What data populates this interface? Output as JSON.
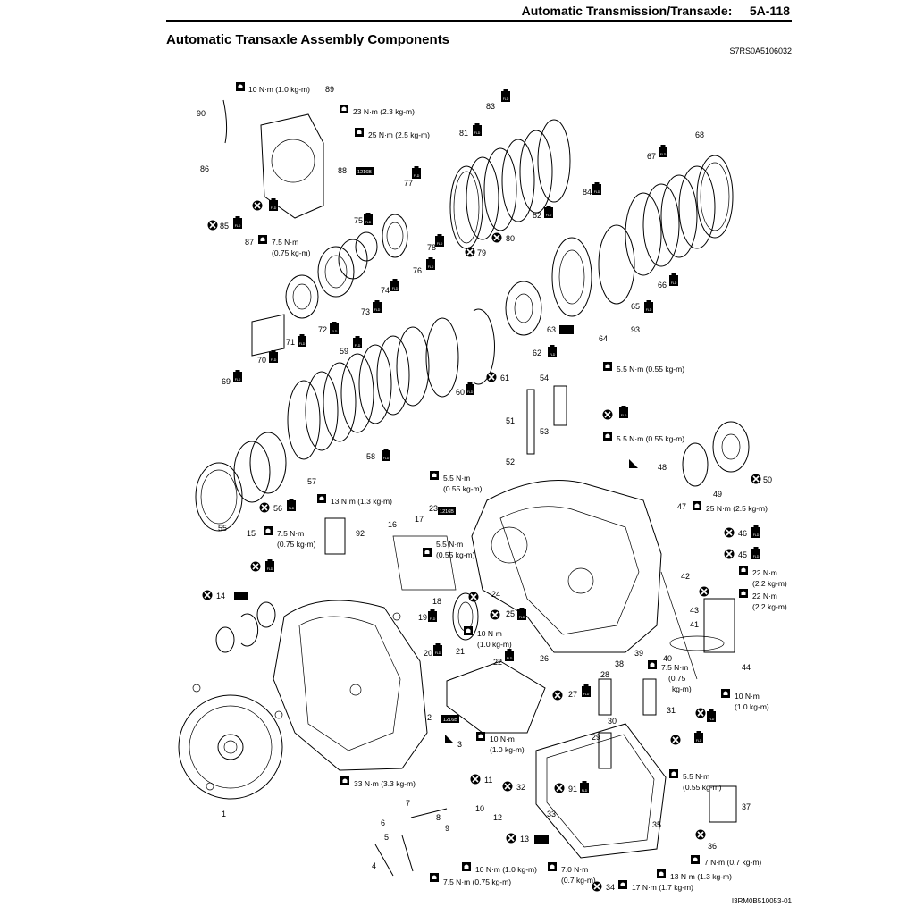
{
  "header": {
    "section": "Automatic Transmission/Transaxle:",
    "page": "5A-118"
  },
  "title": "Automatic Transaxle Assembly Components",
  "ref_id": "S7RS0A5106032",
  "footer_id": "I3RM0B510053-01",
  "part_labels": [
    "1",
    "2",
    "3",
    "4",
    "5",
    "6",
    "7",
    "8",
    "9",
    "10",
    "11",
    "12",
    "13",
    "14",
    "15",
    "16",
    "17",
    "18",
    "19",
    "20",
    "21",
    "22",
    "23",
    "24",
    "25",
    "26",
    "27",
    "28",
    "29",
    "30",
    "31",
    "32",
    "33",
    "34",
    "35",
    "36",
    "37",
    "38",
    "39",
    "40",
    "41",
    "42",
    "43",
    "44",
    "45",
    "46",
    "47",
    "48",
    "49",
    "50",
    "51",
    "52",
    "53",
    "54",
    "55",
    "56",
    "57",
    "58",
    "59",
    "60",
    "61",
    "62",
    "63",
    "64",
    "65",
    "66",
    "67",
    "68",
    "69",
    "70",
    "71",
    "72",
    "73",
    "74",
    "75",
    "76",
    "77",
    "78",
    "79",
    "80",
    "81",
    "82",
    "83",
    "84",
    "85",
    "86",
    "87",
    "88",
    "89",
    "90",
    "91",
    "92",
    "93"
  ],
  "torques": {
    "t89": "10 N·m (1.0 kg-m)",
    "t23a": "23 N·m (2.3 kg-m)",
    "t25a": "25 N·m (2.5 kg-m)",
    "t87a": "7.5 N·m",
    "t87b": "(0.75 kg-m)",
    "t54": "5.5 N·m (0.55 kg-m)",
    "t53": "5.5 N·m (0.55 kg-m)",
    "t92": "13 N·m (1.3 kg-m)",
    "t23b1": "5.5 N·m",
    "t23b2": "(0.55 kg-m)",
    "t15a": "7.5 N·m",
    "t15b": "(0.75 kg-m)",
    "t18a": "5.5 N·m",
    "t18b": "(0.55 kg-m)",
    "t47": "25 N·m (2.5 kg-m)",
    "t22a1": "22 N·m",
    "t22a2": "(2.2 kg-m)",
    "t22b1": "22 N·m",
    "t22b2": "(2.2 kg-m)",
    "t21a": "10 N·m",
    "t21b": "(1.0 kg-m)",
    "t40a": "7.5 N·m",
    "t40b": "(0.75",
    "t40c": "kg-m)",
    "t10a1": "10 N·m",
    "t10a2": "(1.0 kg-m)",
    "t3a": "10 N·m",
    "t3b": "(1.0 kg-m)",
    "t33": "33 N·m (3.3 kg-m)",
    "t37a": "5.5 N·m",
    "t37b": "(0.55 kg-m)",
    "t36": "7 N·m (0.7 kg-m)",
    "t35": "13 N·m (1.3 kg-m)",
    "t34": "17 N·m (1.7 kg-m)",
    "t9": "10 N·m (1.0 kg-m)",
    "t4": "7.5 N·m (0.75 kg-m)",
    "t13a": "7.0 N·m",
    "t13b": "(0.7 kg-m)"
  },
  "symbol_text": {
    "fluid": "FLD",
    "sealant": "1216B"
  },
  "icons": [
    "torque-wrench-icon",
    "do-not-reuse-icon",
    "fluid-icon",
    "sealant-icon",
    "grease-icon"
  ]
}
